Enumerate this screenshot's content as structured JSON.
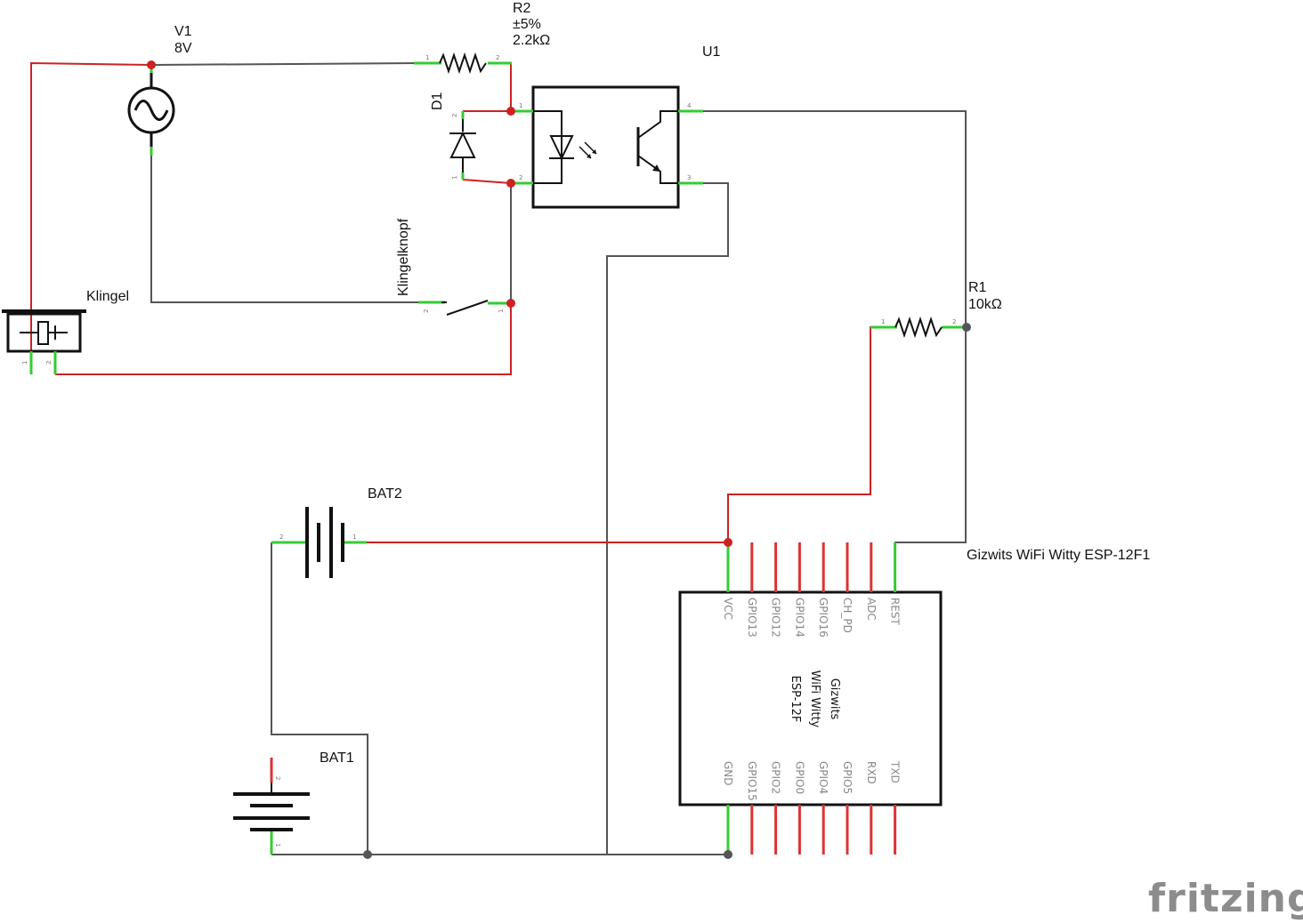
{
  "colors": {
    "wire": "#555555",
    "wire_red": "#cc2222",
    "pin_green": "#33cc33",
    "pin_red": "#dd3333",
    "symbol": "#111111",
    "logo": "#8c8c8c"
  },
  "components": {
    "v1": {
      "name": "V1",
      "value": "8V",
      "icon": "ac-source-icon"
    },
    "r2": {
      "name": "R2",
      "tolerance": "±5%",
      "value": "2.2kΩ",
      "pin1": "1",
      "pin2": "2"
    },
    "u1": {
      "name": "U1",
      "icon": "optocoupler-icon",
      "pins": [
        "1",
        "2",
        "3",
        "4"
      ]
    },
    "d1": {
      "name": "D1",
      "pin1": "1",
      "pin2": "2"
    },
    "klingelknopf": {
      "name": "Klingelknopf",
      "pin1": "1",
      "pin2": "2"
    },
    "klingel": {
      "name": "Klingel",
      "icon": "buzzer-icon",
      "pin1": "1",
      "pin2": "2"
    },
    "r1": {
      "name": "R1",
      "value": "10kΩ",
      "pin1": "1",
      "pin2": "2"
    },
    "bat2": {
      "name": "BAT2",
      "pin1": "1",
      "pin2": "2"
    },
    "bat1": {
      "name": "BAT1",
      "pin1": "1",
      "pin2": "2"
    },
    "esp": {
      "name": "Gizwits WiFi Witty ESP-12F1",
      "chip_lines": [
        "Gizwits",
        "WiFi Witty",
        "ESP-12F"
      ],
      "top_pins": [
        "VCC",
        "GPIO13",
        "GPIO12",
        "GPIO14",
        "GPIO16",
        "CH_PD",
        "ADC",
        "REST"
      ],
      "bottom_pins": [
        "GND",
        "GPIO15",
        "GPIO2",
        "GPIO0",
        "GPIO4",
        "GPIO5",
        "RXD",
        "TXD"
      ]
    }
  },
  "watermark": "fritzing"
}
